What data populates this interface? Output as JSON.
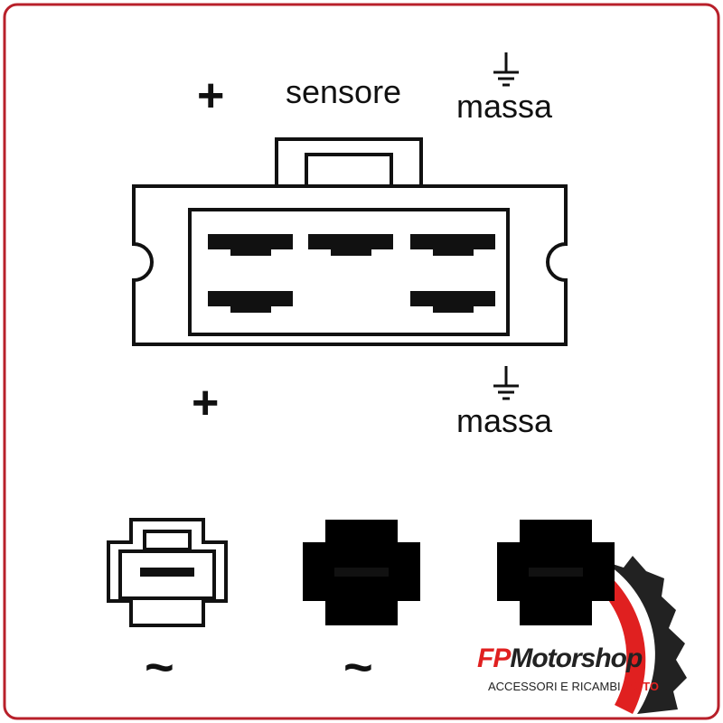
{
  "labels": {
    "top_left": "+",
    "top_middle": "sensore",
    "top_right": "massa",
    "bottom_left": "+",
    "bottom_right": "massa",
    "ac1": "~",
    "ac2": "~"
  },
  "logo": {
    "brand": "FPMotorshop",
    "tagline": "ACCESSORI E RICAMBI",
    "tagline_accent": "MOTO"
  },
  "colors": {
    "frame": "#b8202a",
    "ink": "#111111",
    "logo_red": "#e02020"
  },
  "icons": [
    "ground-icon"
  ]
}
